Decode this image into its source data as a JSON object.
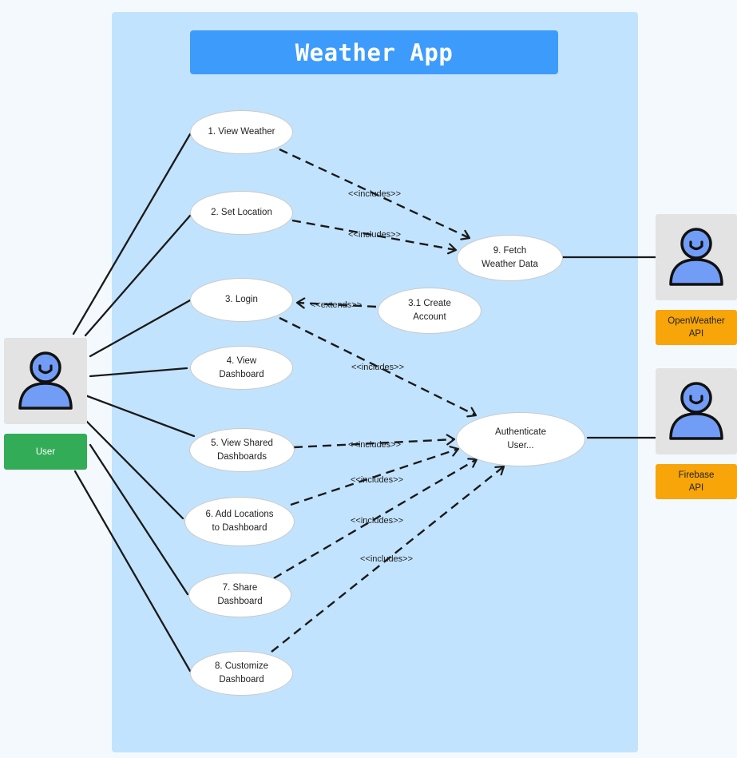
{
  "title": "Weather App",
  "colors": {
    "background": "#f4f9fe",
    "system_fill": "#c2e3fd",
    "title_fill": "#3d9bfb",
    "actor_fill": "#729df6",
    "actor_label_user": "#33ac57",
    "actor_label_external": "#f7a509",
    "line": "#1a1a1a"
  },
  "actors": {
    "user": {
      "label": "User",
      "icon": "person-icon"
    },
    "openweather": {
      "label": "OpenWeather\nAPI",
      "icon": "person-icon"
    },
    "firebase": {
      "label": "Firebase\nAPI",
      "icon": "person-icon"
    }
  },
  "use_cases": {
    "uc1": "1. View Weather",
    "uc2": "2. Set Location",
    "uc3": "3. Login",
    "uc4": "4. View\nDashboard",
    "uc5": "5. View Shared\nDashboards",
    "uc6": "6. Add Locations\nto Dashboard",
    "uc7": "7. Share\nDashboard",
    "uc8": "8. Customize\nDashboard",
    "uc9": "9. Fetch\nWeather Data",
    "uc31": "3.1 Create\nAccount",
    "auth": "Authenticate\nUser..."
  },
  "relations": {
    "inc_view_weather": "<<includes>>",
    "inc_set_location": "<<includes>>",
    "ext_create_account": "<<extends>>",
    "inc_login": "<<includes>>",
    "inc_shared": "<<includes>>",
    "inc_add_locations": "<<includes>>",
    "inc_share": "<<includes>>",
    "inc_customize": "<<includes>>"
  }
}
